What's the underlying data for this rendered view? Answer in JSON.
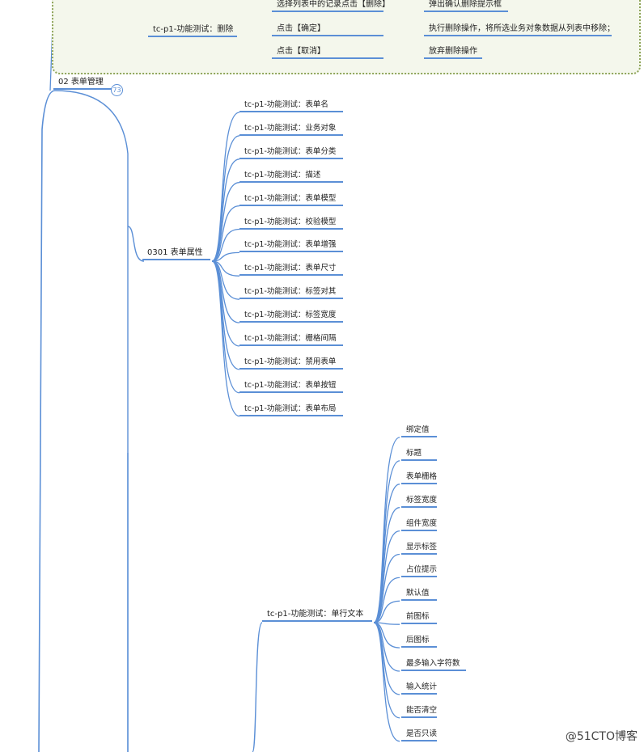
{
  "delete_group": {
    "parent": "tc-p1-功能测试：删除",
    "rows": [
      {
        "step": "选择列表中的记录点击【删除】",
        "result": "弹出确认删除提示框"
      },
      {
        "step": "点击【确定】",
        "result": "执行删除操作，将所选业务对象数据从列表中移除；"
      },
      {
        "step": "点击【取消】",
        "result": "放弃删除操作"
      }
    ]
  },
  "section": {
    "label": "02 表单管理",
    "badge": "73"
  },
  "form_props": {
    "label": "0301 表单属性",
    "items": [
      "tc-p1-功能测试：表单名",
      "tc-p1-功能测试：业务对象",
      "tc-p1-功能测试：表单分类",
      "tc-p1-功能测试：描述",
      "tc-p1-功能测试：表单模型",
      "tc-p1-功能测试：校验模型",
      "tc-p1-功能测试：表单增强",
      "tc-p1-功能测试：表单尺寸",
      "tc-p1-功能测试：标签对其",
      "tc-p1-功能测试：标签宽度",
      "tc-p1-功能测试：栅格间隔",
      "tc-p1-功能测试：禁用表单",
      "tc-p1-功能测试：表单按钮",
      "tc-p1-功能测试：表单布局"
    ]
  },
  "single_text": {
    "label": "tc-p1-功能测试：单行文本",
    "items": [
      "绑定值",
      "标题",
      "表单栅格",
      "标签宽度",
      "组件宽度",
      "显示标签",
      "占位提示",
      "默认值",
      "前图标",
      "后图标",
      "最多输入字符数",
      "输入统计",
      "能否清空",
      "是否只读"
    ]
  },
  "watermark": "@51CTO博客",
  "colors": {
    "line": "#5b8fd6",
    "boundary_fill": "#f4f7ec",
    "boundary_border": "#8fa55a"
  }
}
